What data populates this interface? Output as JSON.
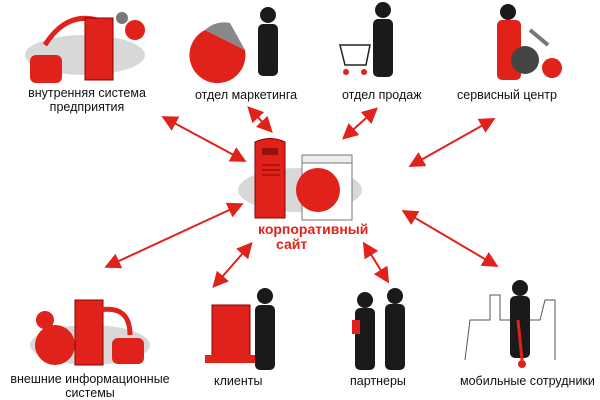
{
  "center": {
    "line1": "корпоративный",
    "line2": "сайт"
  },
  "nodes": {
    "internal": {
      "line1": "внутренняя система",
      "line2": "предприятия"
    },
    "marketing": {
      "label": "отдел маркетинга"
    },
    "sales": {
      "label": "отдел продаж"
    },
    "service": {
      "label": "сервисный центр"
    },
    "external": {
      "line1": "внешние информационные",
      "line2": "системы"
    },
    "clients": {
      "label": "клиенты"
    },
    "partners": {
      "label": "партнеры"
    },
    "mobile": {
      "label": "мобильные сотрудники"
    }
  },
  "colors": {
    "accent": "#e0221b",
    "figure": "#1a1a1a",
    "cloud": "#d8d8d8"
  }
}
